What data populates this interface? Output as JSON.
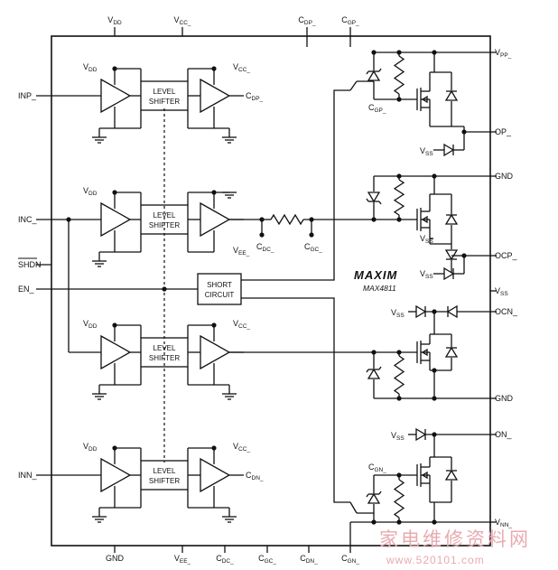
{
  "chip": {
    "brand": "MAXIM",
    "part": "MAX4811"
  },
  "top_pins": [
    {
      "main": "V",
      "sub": "DD"
    },
    {
      "main": "V",
      "sub": "CC_"
    },
    {
      "main": "C",
      "sub": "DP_"
    },
    {
      "main": "C",
      "sub": "GP_"
    }
  ],
  "bottom_pins": [
    {
      "main": "GND",
      "sub": ""
    },
    {
      "main": "V",
      "sub": "EE_"
    },
    {
      "main": "C",
      "sub": "DC_"
    },
    {
      "main": "C",
      "sub": "GC_"
    },
    {
      "main": "C",
      "sub": "DN_"
    },
    {
      "main": "C",
      "sub": "GN_"
    }
  ],
  "left_pins": [
    {
      "main": "INP_",
      "sub": ""
    },
    {
      "main": "INC_",
      "sub": ""
    },
    {
      "main": "SHDN",
      "sub": ""
    },
    {
      "main": "EN_",
      "sub": ""
    },
    {
      "main": "INN_",
      "sub": ""
    }
  ],
  "right_pins": [
    {
      "main": "V",
      "sub": "PP_"
    },
    {
      "main": "OP_",
      "sub": ""
    },
    {
      "main": "GND",
      "sub": ""
    },
    {
      "main": "OCP_",
      "sub": ""
    },
    {
      "main": "V",
      "sub": "SS"
    },
    {
      "main": "OCN_",
      "sub": ""
    },
    {
      "main": "GND",
      "sub": ""
    },
    {
      "main": "ON_",
      "sub": ""
    },
    {
      "main": "V",
      "sub": "NN_"
    }
  ],
  "level_shifter": {
    "line1": "LEVEL",
    "line2": "SHIFTER"
  },
  "short_circuit": {
    "line1": "SHORT",
    "line2": "CIRCUIT"
  },
  "internal_labels": {
    "vdd": {
      "main": "V",
      "sub": "DD"
    },
    "vcc": {
      "main": "V",
      "sub": "CC_"
    },
    "vee": {
      "main": "V",
      "sub": "EE_"
    },
    "vss": {
      "main": "V",
      "sub": "SS"
    },
    "cdp": {
      "main": "C",
      "sub": "DP_"
    },
    "cdc": {
      "main": "C",
      "sub": "DC_"
    },
    "cgc": {
      "main": "C",
      "sub": "GC_"
    },
    "cdn": {
      "main": "C",
      "sub": "DN_"
    },
    "cgp": {
      "main": "C",
      "sub": "GP_"
    },
    "cgn": {
      "main": "C",
      "sub": "GN_"
    }
  },
  "watermark": {
    "text": "家电维修资料网",
    "url": "www.520101.com"
  }
}
